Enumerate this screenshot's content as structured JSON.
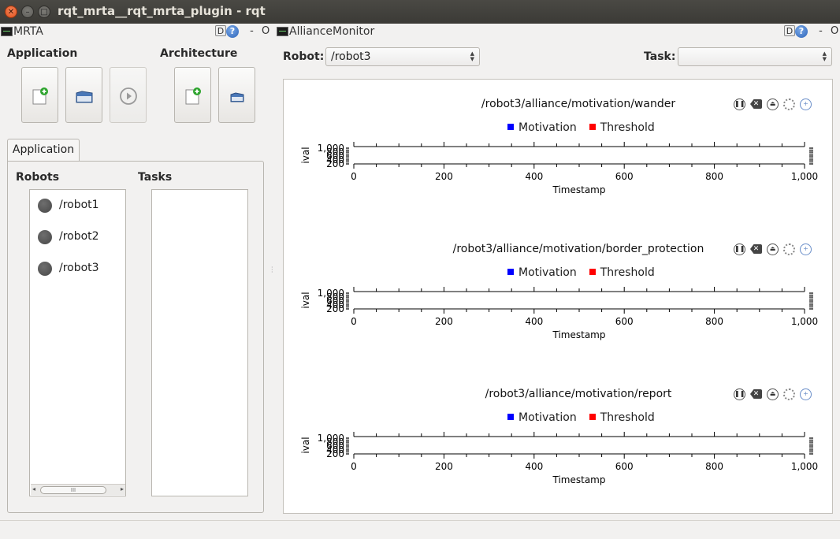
{
  "window": {
    "title": "rqt_mrta__rqt_mrta_plugin - rqt"
  },
  "mrta_dock": {
    "title": "MRTA",
    "d_label": "D",
    "help_label": "?",
    "minus_label": "-",
    "close_label": "O",
    "application_label": "Application",
    "architecture_label": "Architecture",
    "tab_label": "Application",
    "robots_label": "Robots",
    "tasks_label": "Tasks",
    "robots": [
      "/robot1",
      "/robot2",
      "/robot3"
    ],
    "tasks": [],
    "scroll_grip": "III"
  },
  "alliance_dock": {
    "title": "AllianceMonitor",
    "d_label": "D",
    "help_label": "?",
    "minus_label": "-",
    "close_label": "O",
    "robot_label": "Robot:",
    "robot_value": "/robot3",
    "task_label": "Task:",
    "task_value": "",
    "plots": [
      {
        "title": "/robot3/alliance/motivation/wander"
      },
      {
        "title": "/robot3/alliance/motivation/border_protection"
      },
      {
        "title": "/robot3/alliance/motivation/report"
      }
    ]
  },
  "chart_data": [
    {
      "type": "line",
      "title": "/robot3/alliance/motivation/wander",
      "xlabel": "Timestamp",
      "ylabel": "ival",
      "xlim": [
        0,
        1000
      ],
      "x_ticks": [
        "0",
        "200",
        "400",
        "600",
        "800",
        "1,000"
      ],
      "y_ticks": [
        "200",
        "400",
        "600",
        "800",
        "1,000"
      ],
      "series": [
        {
          "name": "Motivation",
          "color": "#0000ff",
          "values": []
        },
        {
          "name": "Threshold",
          "color": "#ff0000",
          "values": []
        }
      ],
      "legend": "top-center"
    },
    {
      "type": "line",
      "title": "/robot3/alliance/motivation/border_protection",
      "xlabel": "Timestamp",
      "ylabel": "ival",
      "xlim": [
        0,
        1000
      ],
      "x_ticks": [
        "0",
        "200",
        "400",
        "600",
        "800",
        "1,000"
      ],
      "y_ticks": [
        "200",
        "400",
        "600",
        "800",
        "1,000"
      ],
      "series": [
        {
          "name": "Motivation",
          "color": "#0000ff",
          "values": []
        },
        {
          "name": "Threshold",
          "color": "#ff0000",
          "values": []
        }
      ],
      "legend": "top-center"
    },
    {
      "type": "line",
      "title": "/robot3/alliance/motivation/report",
      "xlabel": "Timestamp",
      "ylabel": "ival",
      "xlim": [
        0,
        1000
      ],
      "x_ticks": [
        "0",
        "200",
        "400",
        "600",
        "800",
        "1,000"
      ],
      "y_ticks": [
        "200",
        "400",
        "600",
        "800",
        "1,000"
      ],
      "series": [
        {
          "name": "Motivation",
          "color": "#0000ff",
          "values": []
        },
        {
          "name": "Threshold",
          "color": "#ff0000",
          "values": []
        }
      ],
      "legend": "top-center"
    }
  ],
  "colors": {
    "motivation": "#0000ff",
    "threshold": "#ff0000",
    "titlebar": "#3b3a36"
  }
}
